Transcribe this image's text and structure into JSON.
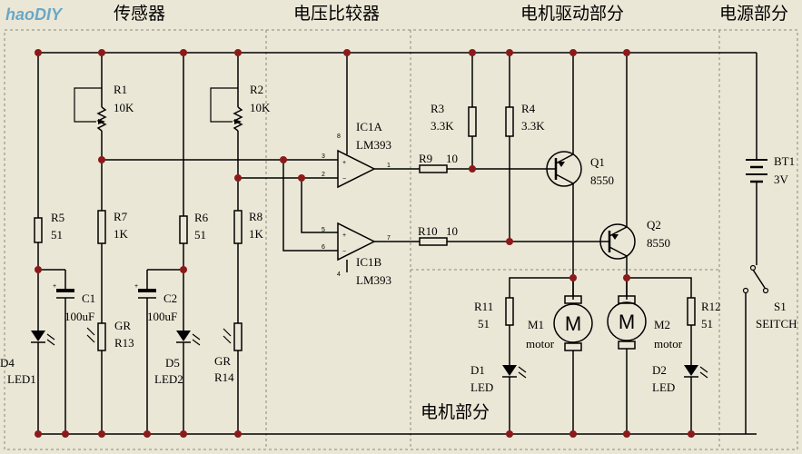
{
  "watermark": "haoDIY",
  "sections": {
    "sensor": "传感器",
    "comparator": "电压比较器",
    "driver": "电机驱动部分",
    "power": "电源部分",
    "motor": "电机部分"
  },
  "components": {
    "R1": {
      "ref": "R1",
      "value": "10K"
    },
    "R2": {
      "ref": "R2",
      "value": "10K"
    },
    "R3": {
      "ref": "R3",
      "value": "3.3K"
    },
    "R4": {
      "ref": "R4",
      "value": "3.3K"
    },
    "R5": {
      "ref": "R5",
      "value": "51"
    },
    "R6": {
      "ref": "R6",
      "value": "51"
    },
    "R7": {
      "ref": "R7",
      "value": "1K"
    },
    "R8": {
      "ref": "R8",
      "value": "1K"
    },
    "R9": {
      "ref": "R9",
      "value": "10"
    },
    "R10": {
      "ref": "R10",
      "value": "10"
    },
    "R11": {
      "ref": "R11",
      "value": "51"
    },
    "R12": {
      "ref": "R12",
      "value": "51"
    },
    "C1": {
      "ref": "C1",
      "value": "100uF"
    },
    "C2": {
      "ref": "C2",
      "value": "100uF"
    },
    "GR13": {
      "ref": "GR",
      "value": "R13"
    },
    "GR14": {
      "ref": "GR",
      "value": "R14"
    },
    "D4": {
      "ref": "D4",
      "value": "LED1"
    },
    "D5": {
      "ref": "D5",
      "value": "LED2"
    },
    "D1": {
      "ref": "D1",
      "value": "LED"
    },
    "D2": {
      "ref": "D2",
      "value": "LED"
    },
    "IC1A": {
      "ref": "IC1A",
      "value": "LM393"
    },
    "IC1B": {
      "ref": "IC1B",
      "value": "LM393"
    },
    "Q1": {
      "ref": "Q1",
      "value": "8550"
    },
    "Q2": {
      "ref": "Q2",
      "value": "8550"
    },
    "M1": {
      "ref": "M1",
      "value": "motor",
      "letter": "M"
    },
    "M2": {
      "ref": "M2",
      "value": "motor",
      "letter": "M"
    },
    "BT1": {
      "ref": "BT1",
      "value": "3V"
    },
    "S1": {
      "ref": "S1",
      "value": "SEITCH"
    }
  },
  "pins": {
    "p1": "1",
    "p2": "2",
    "p3": "3",
    "p5": "5",
    "p6": "6",
    "p7": "7",
    "p8": "8",
    "p4": "4"
  },
  "colors": {
    "background": "#ebe7d6",
    "junction": "#8b1a1a",
    "watermark": "#6aa7c7"
  }
}
